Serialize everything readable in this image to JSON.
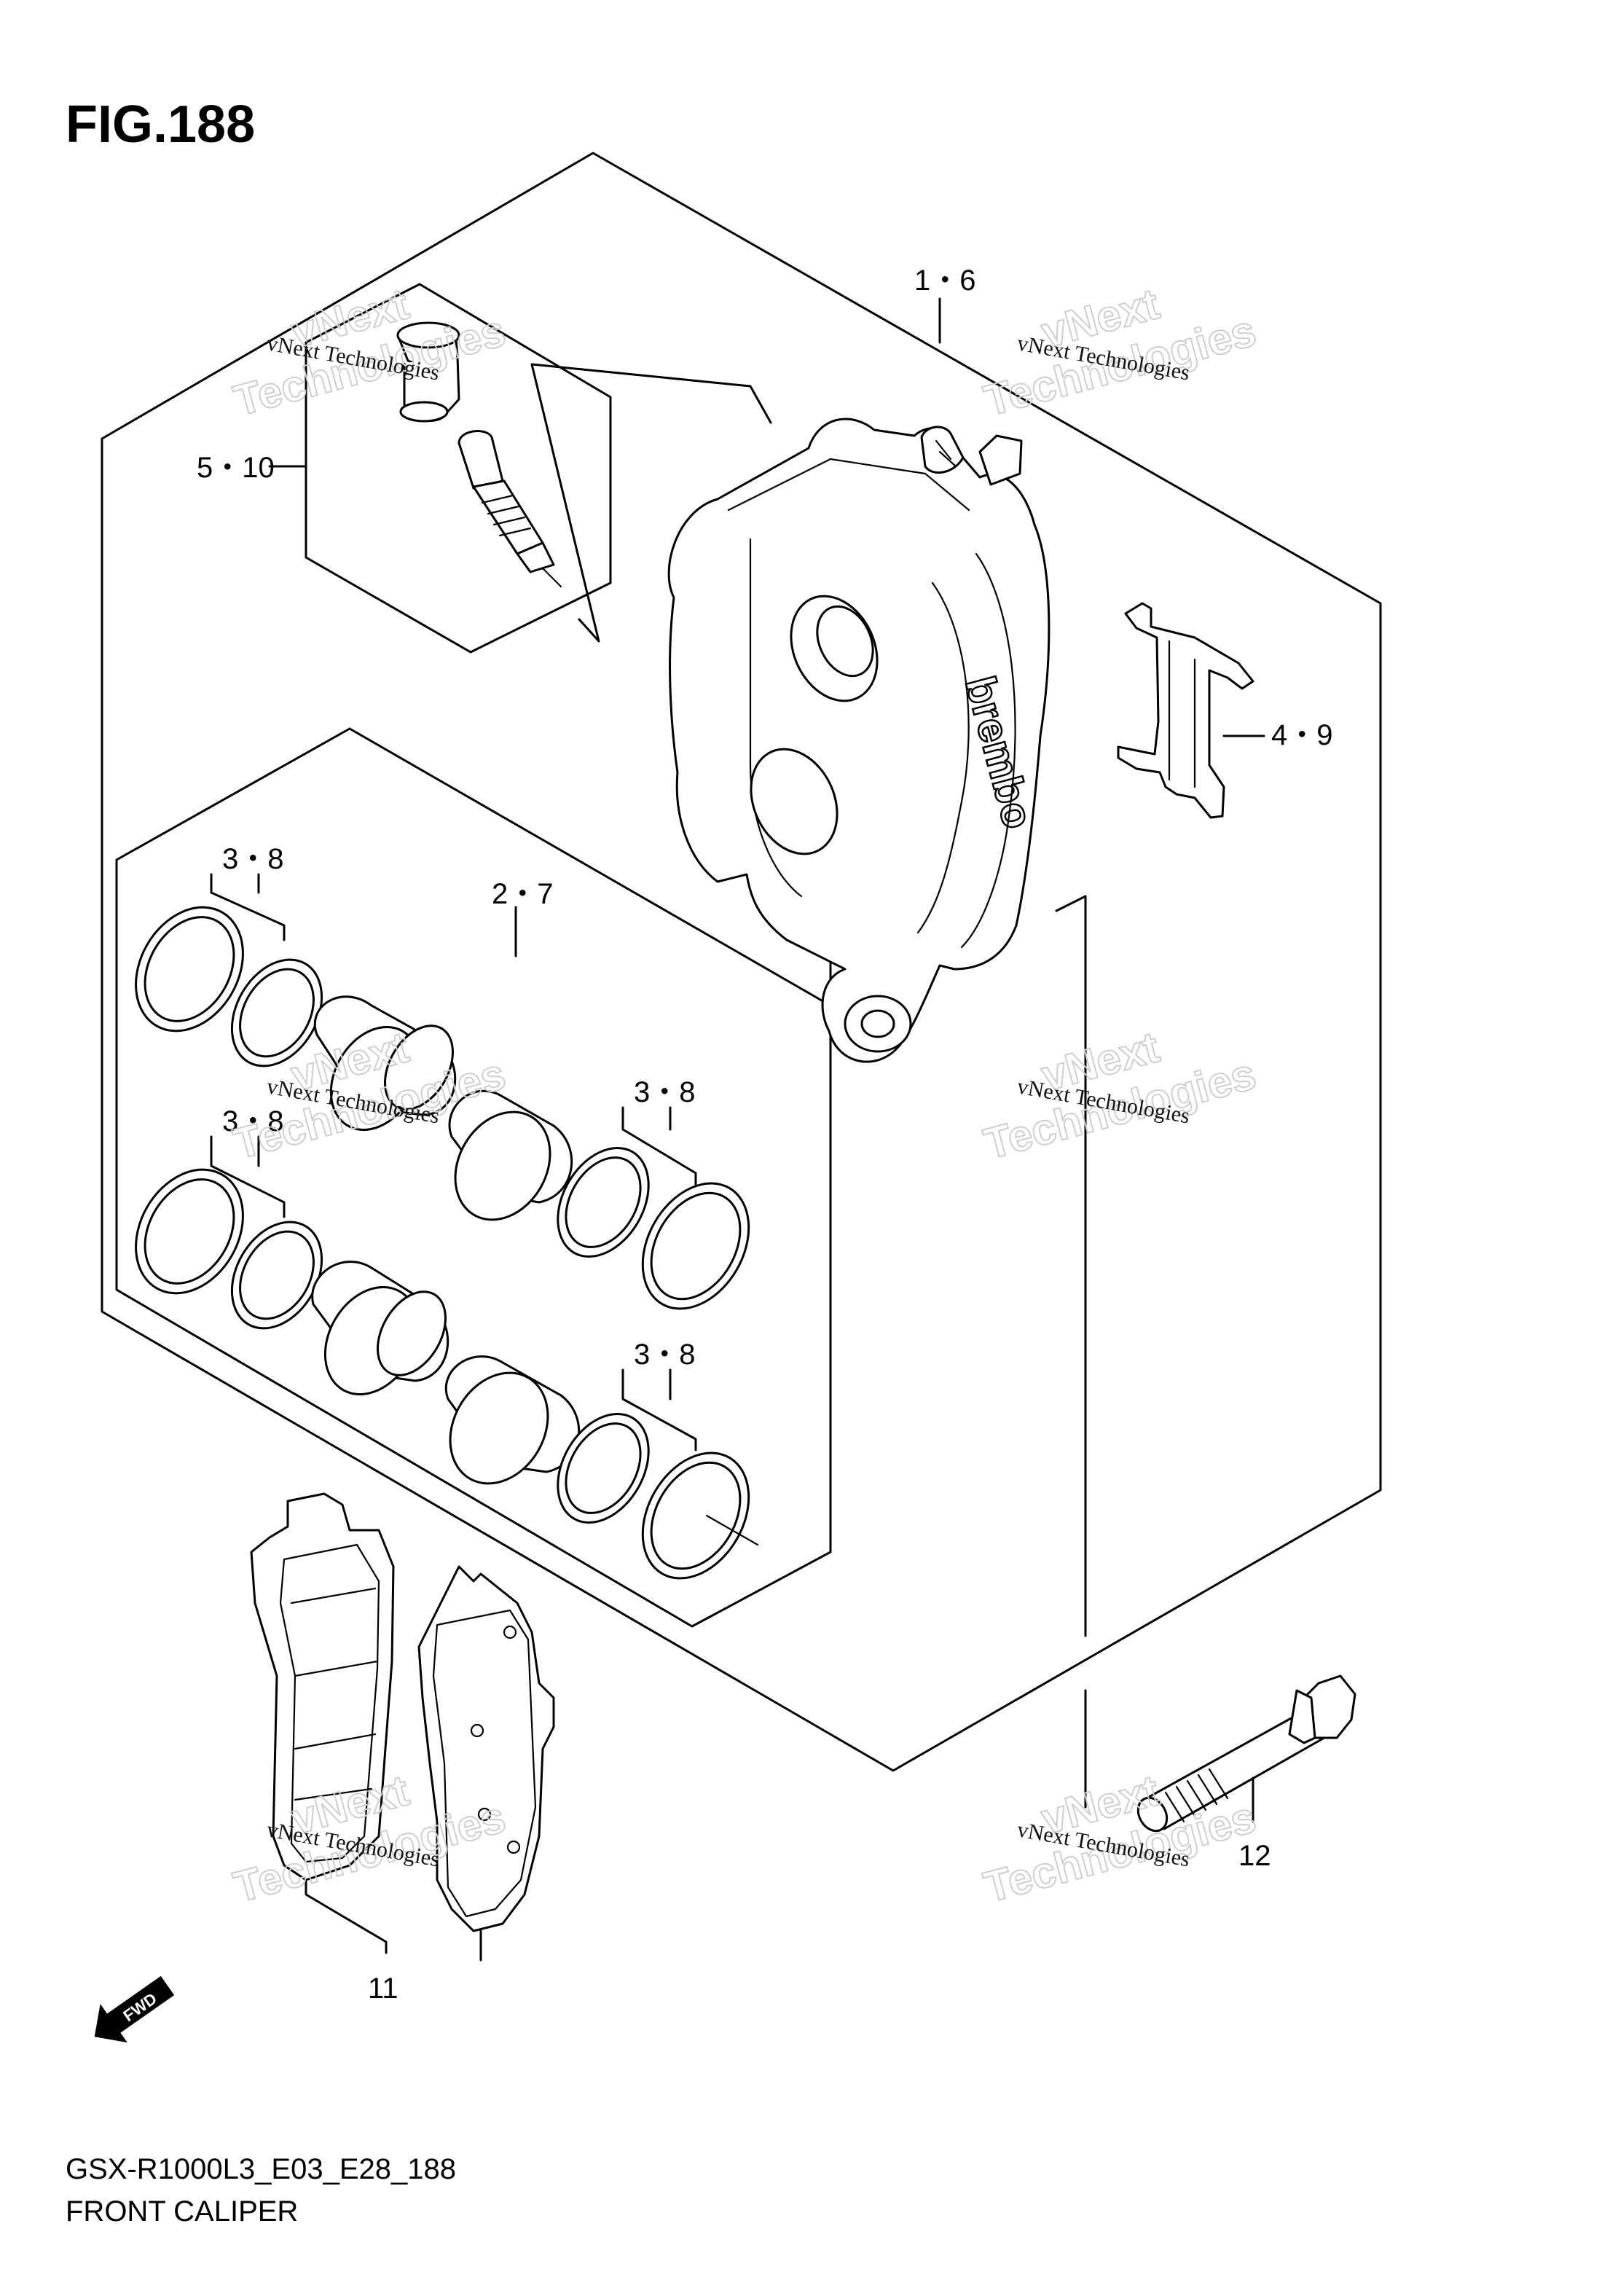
{
  "figure": {
    "number": "FIG.188",
    "model_code": "GSX-R1000L3_E03_E28_188",
    "section_title": "FRONT CALIPER"
  },
  "callouts": [
    {
      "id": "c-1-6",
      "text": "1・6"
    },
    {
      "id": "c-5-10",
      "text": "5・10"
    },
    {
      "id": "c-4-9",
      "text": "4・9"
    },
    {
      "id": "c-2-7",
      "text": "2・7"
    },
    {
      "id": "c-3-8-a",
      "text": "3・8"
    },
    {
      "id": "c-3-8-b",
      "text": "3・8"
    },
    {
      "id": "c-3-8-c",
      "text": "3・8"
    },
    {
      "id": "c-3-8-d",
      "text": "3・8"
    },
    {
      "id": "c-11",
      "text": "11"
    },
    {
      "id": "c-12",
      "text": "12"
    }
  ],
  "watermark": {
    "line1": "vNext",
    "line2": "Technologies",
    "small": "vNext Technologies"
  },
  "fwd_label": "FWD",
  "caliper_brand": "brembo"
}
